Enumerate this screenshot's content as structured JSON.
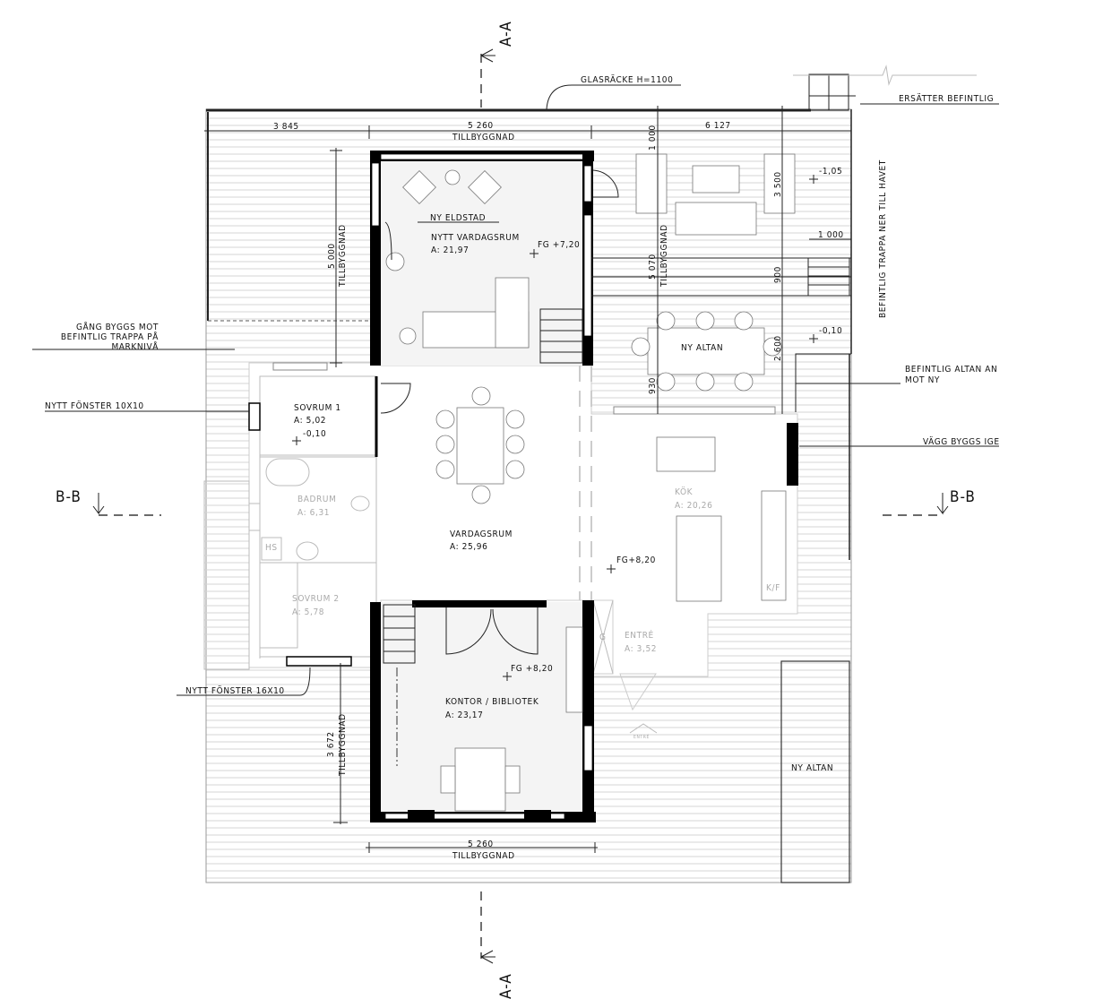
{
  "section_marks": {
    "top": "A-A",
    "bottom": "A-A",
    "left": "B-B",
    "right": "B-B"
  },
  "annotations": {
    "glasracke": "GLASRÄCKE H=1100",
    "ersatter": "ERSÄTTER BEFINTLIG",
    "befintlig_trappa": "BEFINTLIG TRAPPA NER TILL HAVET",
    "gang_byggs": [
      "GÅNG BYGGS MOT",
      "BEFINTLIG TRAPPA PÅ",
      "MARKNIVÅ"
    ],
    "befintlig_altan": [
      "BEFINTLIG ALTAN AN",
      "MOT NY"
    ],
    "vagg_byggs": "VÄGG BYGGS IGE",
    "nytt_fonster_10": "NYTT FÖNSTER 10X10",
    "nytt_fonster_16": "NYTT FÖNSTER 16X10",
    "ny_eldstad": "NY ELDSTAD",
    "entre_arrow": "ENTRÉ"
  },
  "dimensions": {
    "top_left": "3 845",
    "top_mid": "5 260",
    "top_mid_note": "TILLBYGGNAD",
    "top_right": "6 127",
    "d1000_vertical": "1 000",
    "d3500": "3 500",
    "d1000_horizontal": "1 000",
    "d900": "900",
    "d2600": "2 600",
    "d930": "930",
    "d5070": "5 070",
    "d5070_note": "TILLBYGGNAD",
    "left_5000": "5 000",
    "left_5000_note": "TILLBYGGNAD",
    "left_3672": "3 672",
    "left_3672_note": "TILLBYGGNAD",
    "bottom": "5 260",
    "bottom_note": "TILLBYGGNAD"
  },
  "levels": {
    "deck_top": "-1,05",
    "deck_mid": "-0,10",
    "sovrum1": "-0,10",
    "nytt_vardagsrum": "FG +7,20",
    "vardagsrum": "FG+8,20",
    "kontor": "FG +8,20"
  },
  "rooms": {
    "nytt_vardagsrum": {
      "name": "NYTT VARDAGSRUM",
      "area": "A: 21,97"
    },
    "sovrum1": {
      "name": "SOVRUM 1",
      "area": "A: 5,02"
    },
    "badrum": {
      "name": "BADRUM",
      "area": "A: 6,31"
    },
    "sovrum2": {
      "name": "SOVRUM 2",
      "area": "A: 5,78"
    },
    "vardagsrum": {
      "name": "VARDAGSRUM",
      "area": "A: 25,96"
    },
    "kok": {
      "name": "KÖK",
      "area": "A: 20,26"
    },
    "entre": {
      "name": "ENTRÉ",
      "area": "A: 3,52"
    },
    "kontor": {
      "name": "KONTOR / BIBLIOTEK",
      "area": "A: 23,17"
    },
    "ny_altan_top": {
      "name": "NY ALTAN"
    },
    "ny_altan_right": {
      "name": "NY ALTAN"
    }
  },
  "fixtures": {
    "hs": "HS",
    "kf": "K/F",
    "g": "G"
  }
}
